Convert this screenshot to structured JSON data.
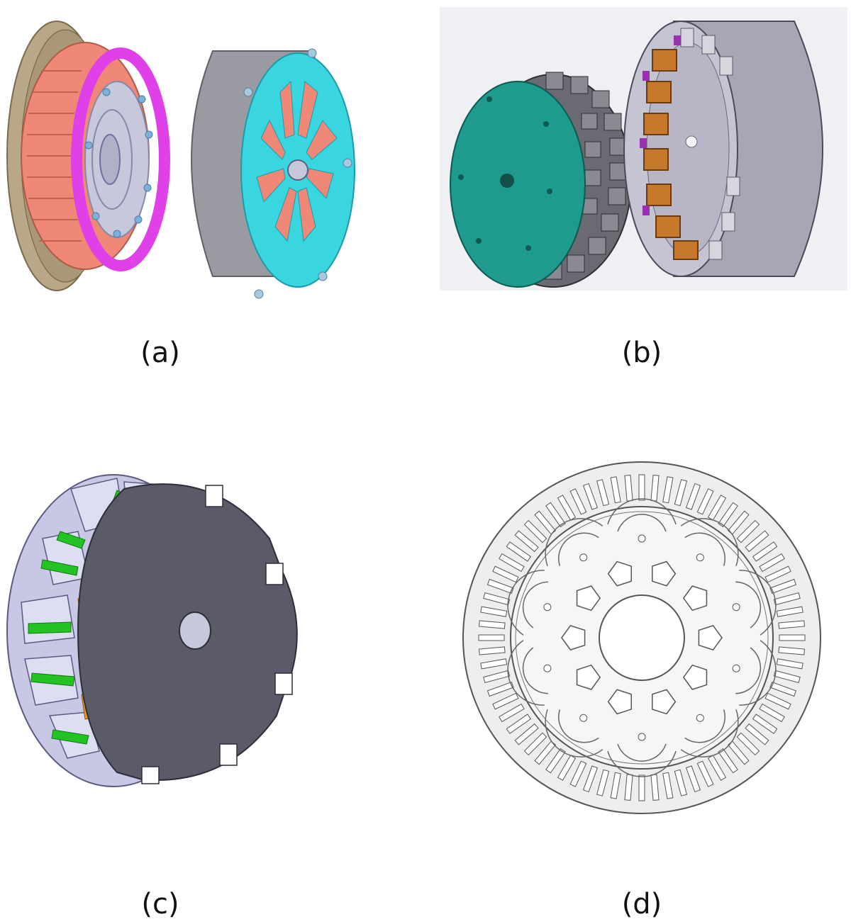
{
  "panels": [
    {
      "id": "a",
      "label": "(a)"
    },
    {
      "id": "b",
      "label": "(b)"
    },
    {
      "id": "c",
      "label": "(c)"
    },
    {
      "id": "d",
      "label": "(d)"
    }
  ],
  "colors": {
    "salmon_coils": "#f08878",
    "magenta_ring": "#e040e8",
    "cyan_endplate": "#39d6e0",
    "gray_housing": "#9a9aa2",
    "teal_disc": "#1e9a8e",
    "copper_coils": "#c8782a",
    "green_magnets": "#22c322",
    "orange_magnets": "#e89a20",
    "lavender_poles": "#c8c8e6",
    "lamination": "#eeeeee"
  }
}
